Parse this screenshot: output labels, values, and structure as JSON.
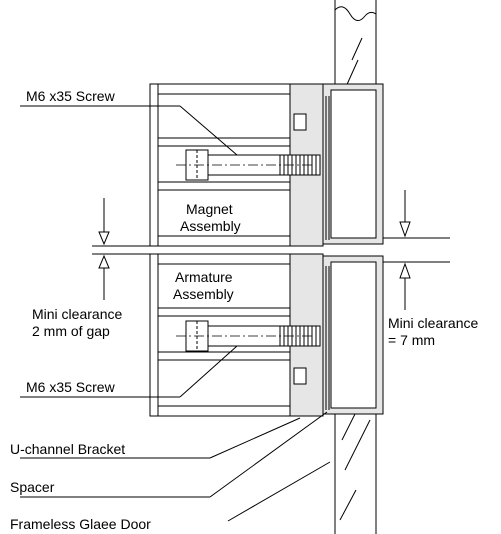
{
  "labels": {
    "screw_top": "M6 x35 Screw",
    "magnet_line1": "Magnet",
    "magnet_line2": "Assembly",
    "armature_line1": "Armature",
    "armature_line2": "Assembly",
    "clearance_left_line1": "Mini clearance",
    "clearance_left_line2": "2 mm of gap",
    "clearance_right_line1": "Mini clearance",
    "clearance_right_line2": "= 7 mm",
    "screw_bottom": "M6 x35 Screw",
    "bracket": "U-channel Bracket",
    "spacer": "Spacer",
    "door": "Frameless Glaee Door"
  }
}
